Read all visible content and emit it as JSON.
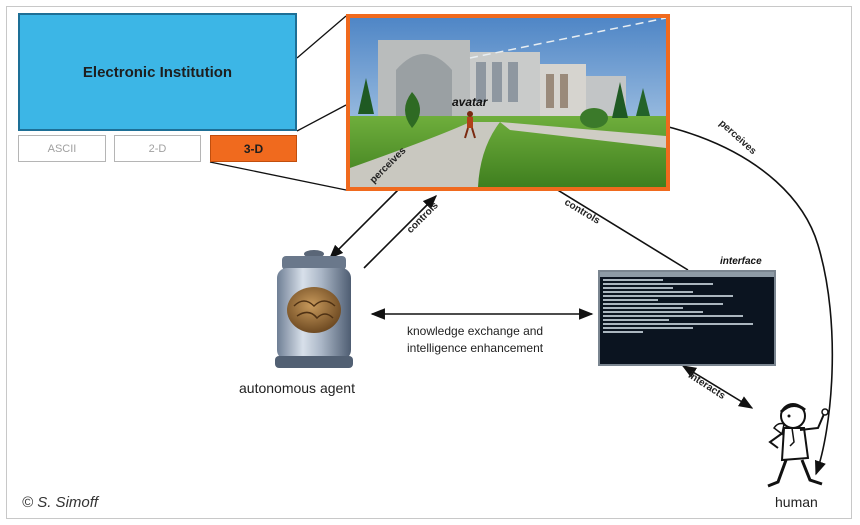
{
  "institution": {
    "title": "Electronic Institution",
    "modes": [
      "ASCII",
      "2-D",
      "3-D"
    ],
    "active_mode": "3-D"
  },
  "scene": {
    "avatar_label": "avatar"
  },
  "labels": {
    "perceives_agent": "perceives",
    "controls_agent": "controls",
    "controls_interface": "controls",
    "perceives_human": "perceives",
    "interface": "interface",
    "exchange_line1": "knowledge exchange and",
    "exchange_line2": "intelligence enhancement",
    "interacts": "interacts"
  },
  "nodes": {
    "agent": "autonomous agent",
    "human": "human"
  },
  "copyright": "© S. Simoff",
  "colors": {
    "institution_blue": "#3cb6e6",
    "accent_orange": "#f06a1e",
    "arrow": "#111111"
  }
}
